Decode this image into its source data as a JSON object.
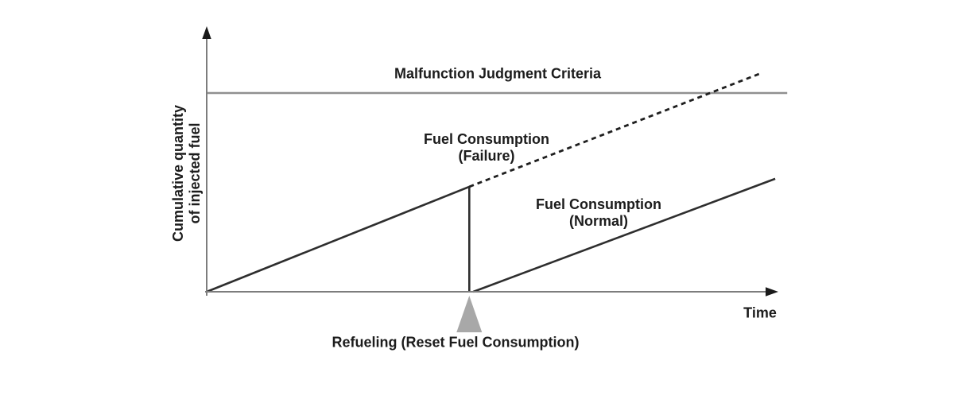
{
  "colors": {
    "axis": "#7d7d7d",
    "arrow": "#1a1a1a",
    "threshold": "#909090",
    "line": "#2e2e2e",
    "dashed_line": "#1f1f1f",
    "marker": "#a8a8a8",
    "text": "#1c1c1c",
    "background": "#ffffff"
  },
  "labels": {
    "y_axis_line1": "Cumulative quantity",
    "y_axis_line2": "of injected fuel",
    "x_axis": "Time",
    "threshold": "Malfunction Judgment Criteria",
    "failure_line1": "Fuel Consumption",
    "failure_line2": "(Failure)",
    "normal_line1": "Fuel Consumption",
    "normal_line2": "(Normal)",
    "refueling": "Refueling (Reset Fuel Consumption)"
  },
  "chart_data": {
    "type": "line",
    "title": "",
    "xlabel": "Time",
    "ylabel": "Cumulative quantity of injected fuel",
    "xlim": [
      0,
      100
    ],
    "ylim": [
      0,
      100
    ],
    "grid": false,
    "axes_have_arrowheads": true,
    "axes_numeric_ticks": false,
    "series": [
      {
        "name": "Malfunction Judgment Criteria",
        "style": "solid",
        "color": "#909090",
        "width": 2.4,
        "points": [
          [
            0,
            75.3
          ],
          [
            101.7,
            75.3
          ]
        ]
      },
      {
        "name": "Fuel Consumption (Failure) accumulated, reset at refueling",
        "style": "solid",
        "color": "#2e2e2e",
        "width": 2.6,
        "points": [
          [
            0,
            0
          ],
          [
            46,
            39.8
          ],
          [
            46,
            0
          ]
        ]
      },
      {
        "name": "Fuel Consumption (Failure) projection without reset",
        "style": "dashed",
        "color": "#1f1f1f",
        "width": 2.8,
        "points": [
          [
            46,
            39.8
          ],
          [
            97.1,
            82.8
          ]
        ]
      },
      {
        "name": "Fuel Consumption (Normal)",
        "style": "solid",
        "color": "#2e2e2e",
        "width": 2.6,
        "points": [
          [
            46.7,
            0
          ],
          [
            99.6,
            42.8
          ]
        ]
      }
    ],
    "annotations": [
      {
        "name": "refueling-marker",
        "type": "triangle-up",
        "x": 46,
        "color": "#a8a8a8",
        "label": "Refueling (Reset Fuel Consumption)"
      }
    ]
  }
}
